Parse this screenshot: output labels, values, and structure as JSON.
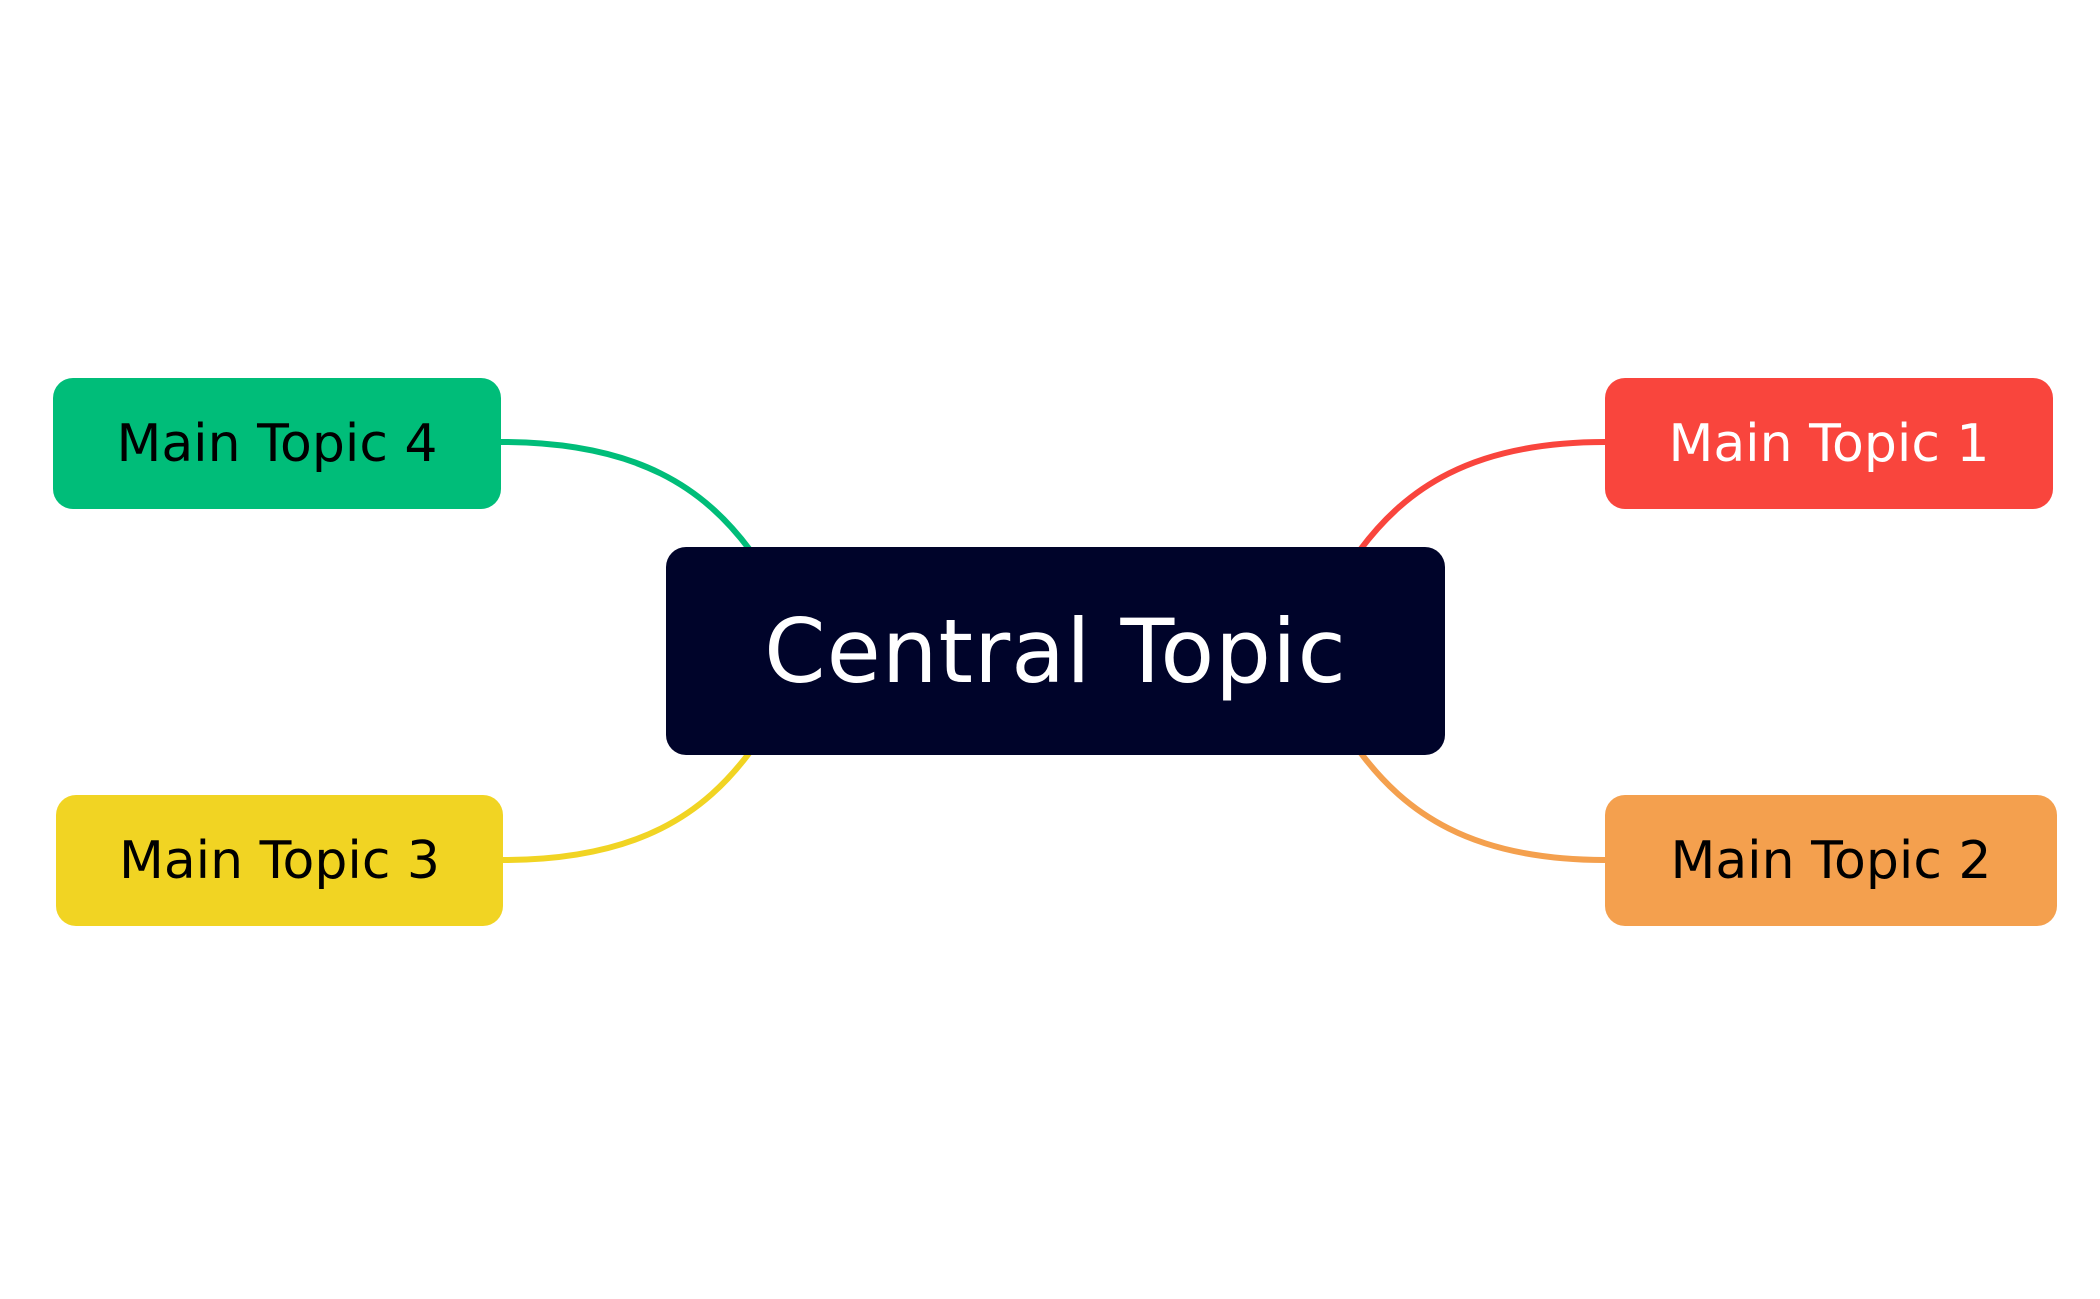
{
  "central": {
    "label": "Central Topic",
    "fill": "#00042A",
    "text_color": "#FFFFFF"
  },
  "topics": [
    {
      "label": "Main Topic 1",
      "fill": "#F9453D",
      "text_color": "#FFFFFF",
      "line_color": "#F9453D"
    },
    {
      "label": "Main Topic 2",
      "fill": "#F4A04E",
      "text_color": "#000000",
      "line_color": "#F4A04E"
    },
    {
      "label": "Main Topic 3",
      "fill": "#F1D423",
      "text_color": "#000000",
      "line_color": "#F1D423"
    },
    {
      "label": "Main Topic 4",
      "fill": "#00BD79",
      "text_color": "#000000",
      "line_color": "#00BD79"
    }
  ]
}
